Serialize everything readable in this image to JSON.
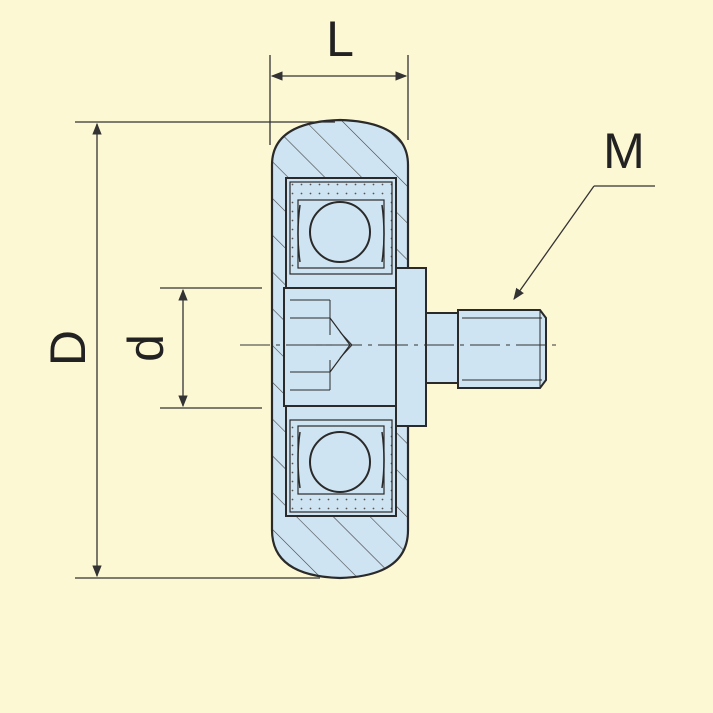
{
  "diagram": {
    "labels": {
      "length": "L",
      "outer_diameter": "D",
      "inner_diameter": "d",
      "thread": "M"
    },
    "colors": {
      "background": "#fdf8d4",
      "part_fill": "#cfe4f2",
      "outline": "#2a2a2a",
      "dimension_line": "#333333"
    }
  }
}
